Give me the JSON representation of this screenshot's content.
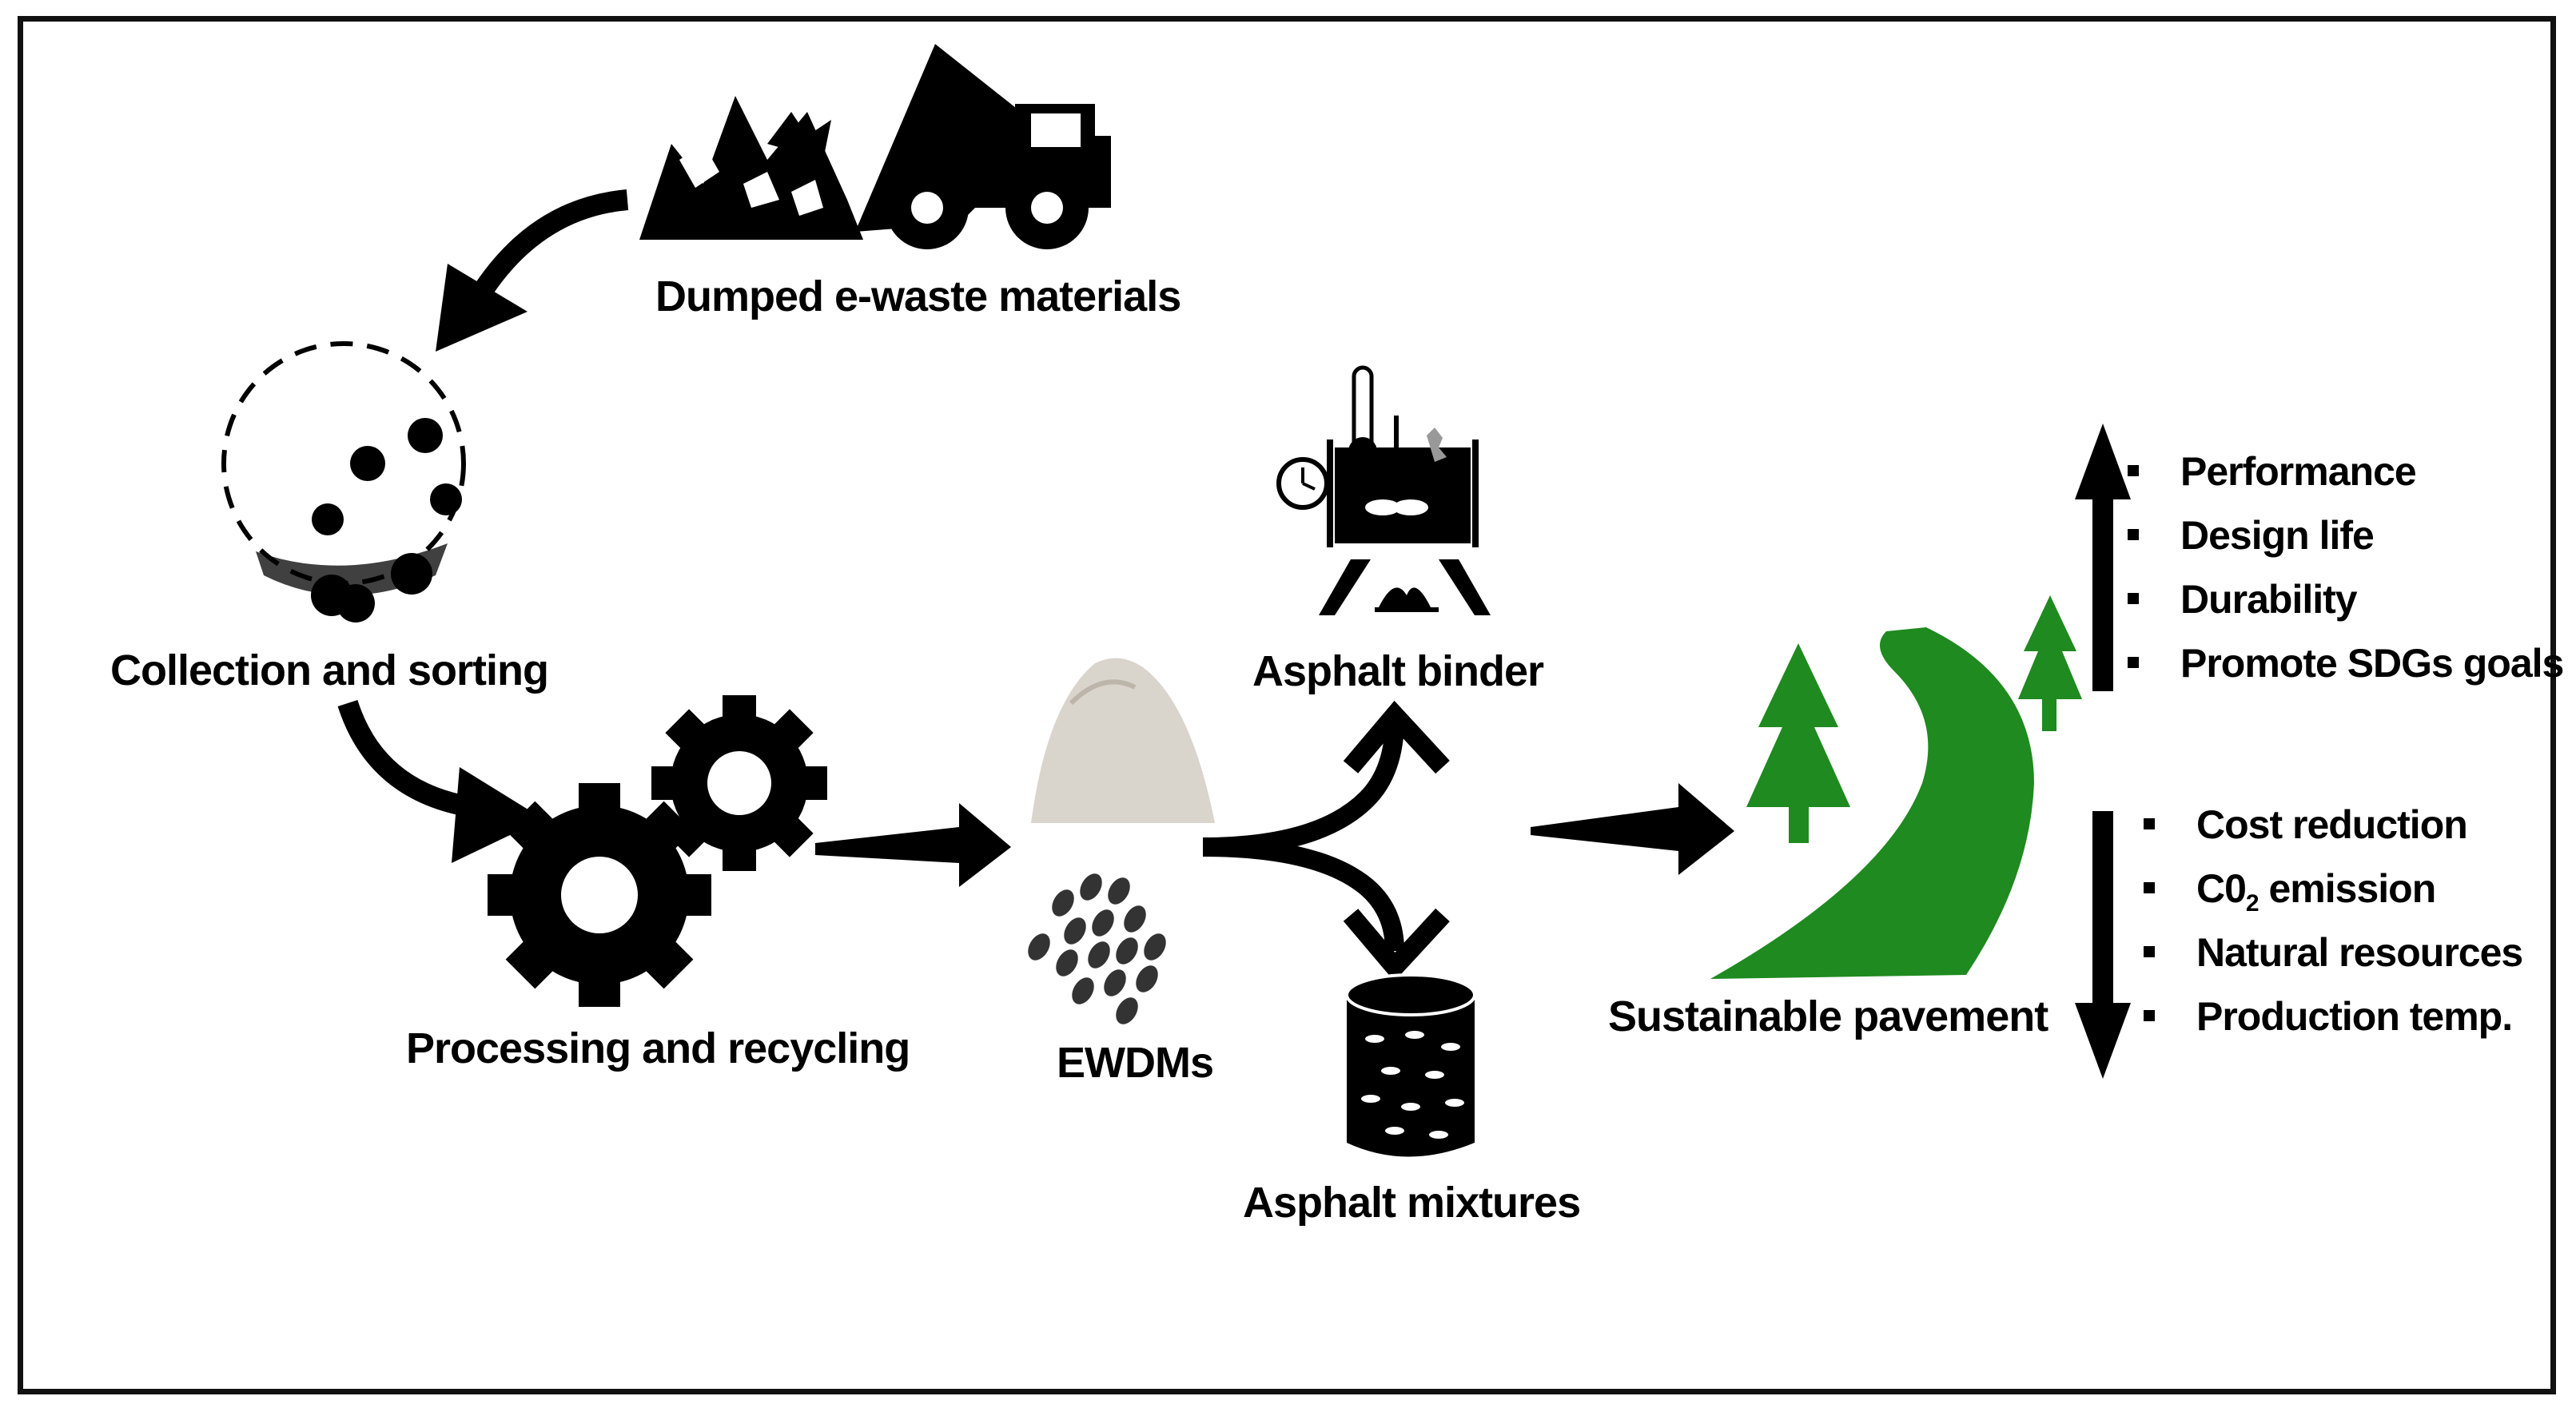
{
  "stages": {
    "dumped": "Dumped e-waste materials",
    "collection": "Collection and  sorting",
    "processing": "Processing and recycling",
    "ewdms": "EWDMs",
    "binder": "Asphalt binder",
    "mixtures": "Asphalt mixtures",
    "sustainable": "Sustainable pavement"
  },
  "increase": {
    "items": [
      "Performance",
      "Design life",
      "Durability",
      "Promote SDGs goals"
    ]
  },
  "decrease": {
    "items": [
      {
        "main": "Cost reduction"
      },
      {
        "main": "C0",
        "sub": "2",
        "rest": " emission"
      },
      {
        "main": "Natural resources"
      },
      {
        "main": "Production  temp."
      }
    ]
  },
  "colors": {
    "green": "#1f8a1f",
    "black": "#000000",
    "frame": "#111111",
    "powder": "#d9d4cc"
  },
  "icons": [
    "dump-truck-icon",
    "sorting-sieve-icon",
    "gears-icon",
    "powder-pile-icon",
    "granules-icon",
    "heated-mixer-icon",
    "drum-icon",
    "tree-icon",
    "road-icon",
    "up-arrow-icon",
    "down-arrow-icon"
  ]
}
